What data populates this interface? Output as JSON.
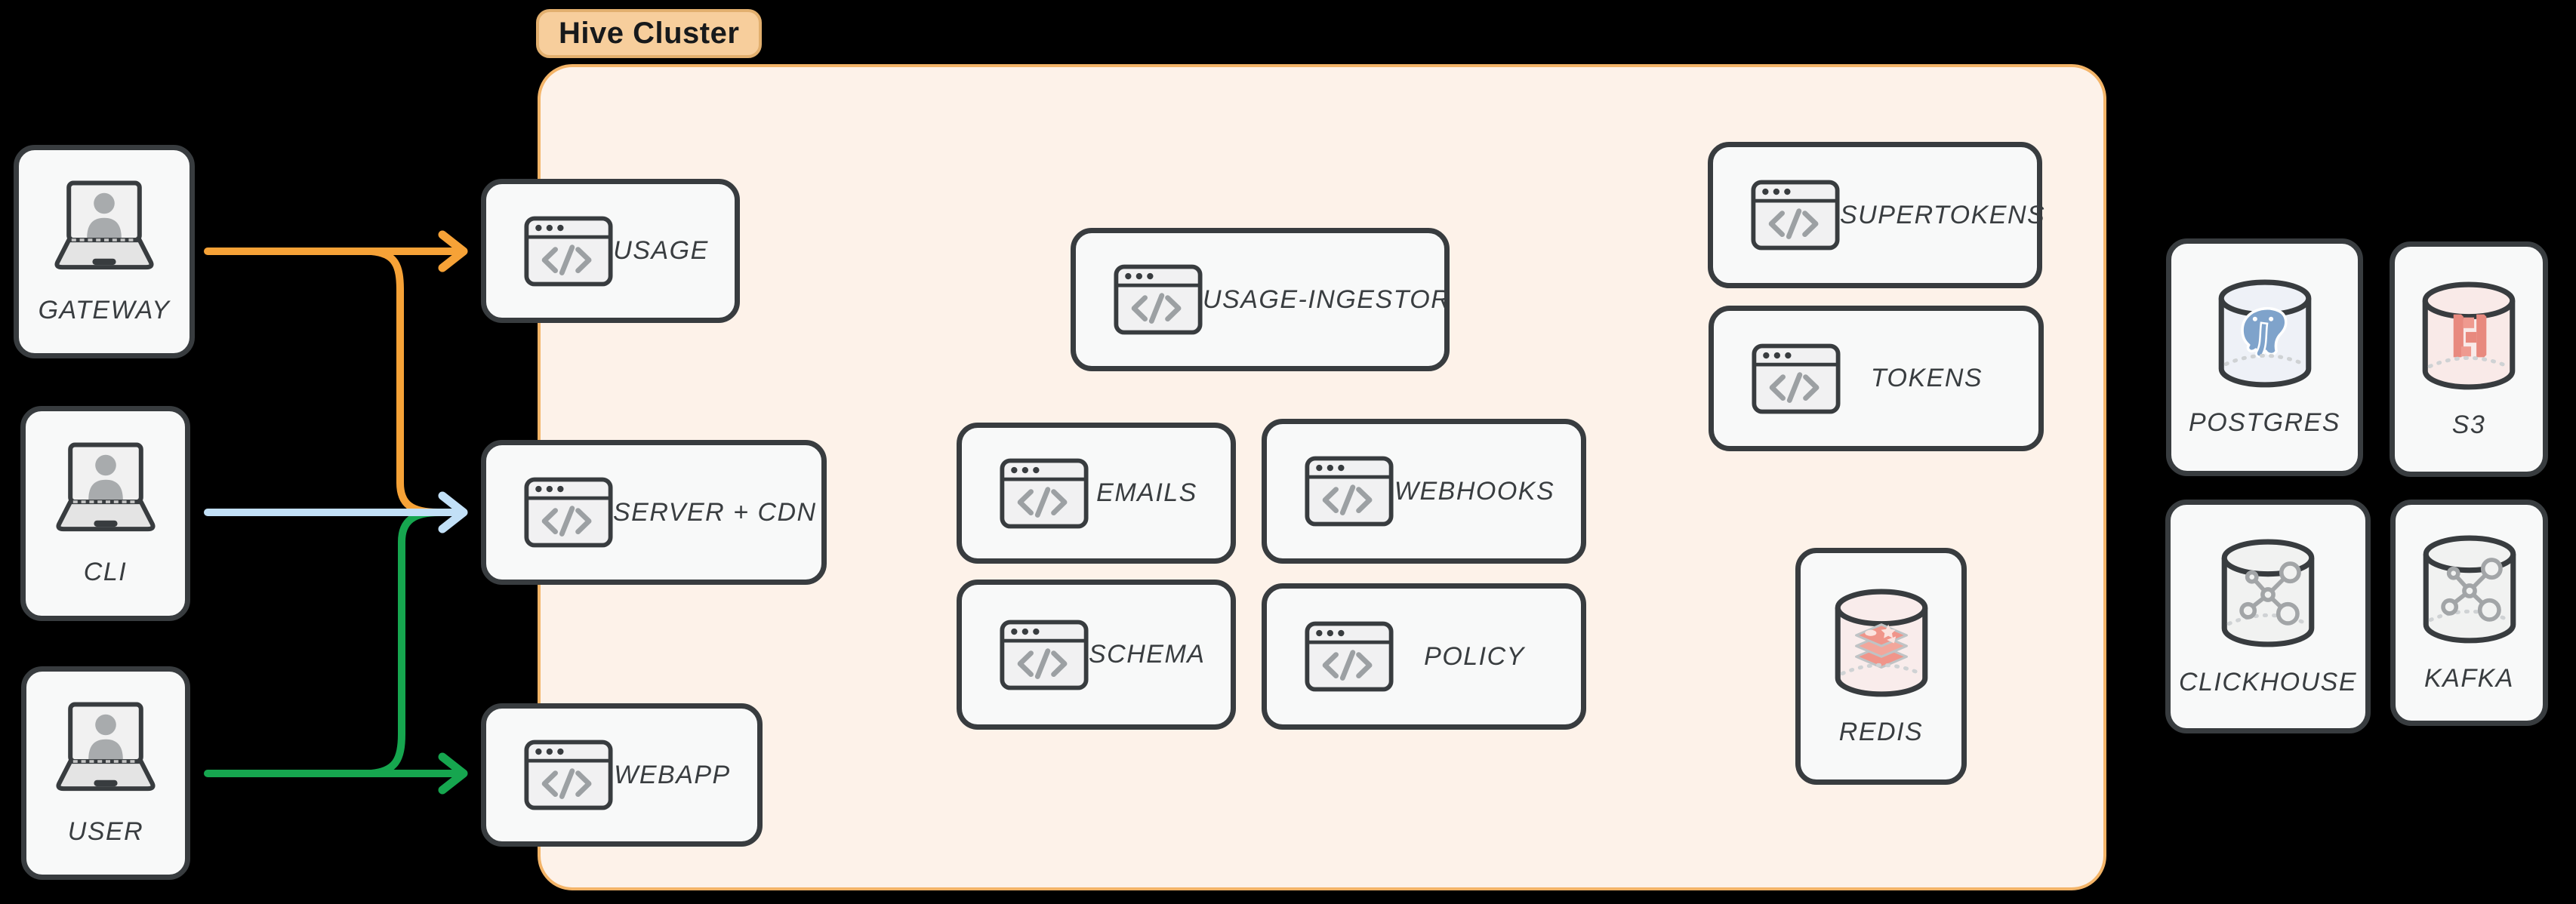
{
  "title_badge": "Hive Cluster",
  "clients": {
    "gateway": "GATEWAY",
    "cli": "CLI",
    "user": "USER"
  },
  "services": {
    "usage": "USAGE",
    "server_cdn": "SERVER + CDN",
    "webapp": "WEBAPP",
    "usage_ingestor": "USAGE-INGESTOR",
    "emails": "EMAILS",
    "webhooks": "WEBHOOKS",
    "schema": "SCHEMA",
    "policy": "POLICY",
    "supertokens": "SUPERTOKENS",
    "tokens": "TOKENS",
    "redis": "REDIS"
  },
  "external": {
    "postgres": "POSTGRES",
    "s3": "S3",
    "clickhouse": "CLICKHOUSE",
    "kafka": "KAFKA"
  },
  "edges": [
    {
      "from": "GATEWAY",
      "to": "USAGE",
      "color": "#F6A237"
    },
    {
      "from": "GATEWAY",
      "to": "SERVER + CDN",
      "color": "#F6A237"
    },
    {
      "from": "CLI",
      "to": "SERVER + CDN",
      "color": "#C2E0F7"
    },
    {
      "from": "USER",
      "to": "SERVER + CDN",
      "color": "#16A64F"
    },
    {
      "from": "USER",
      "to": "WEBAPP",
      "color": "#16A64F"
    }
  ],
  "icons": {
    "clients": "laptop-user-icon",
    "services": "browser-code-icon",
    "redis": "redis-database-icon",
    "postgres": "postgres-database-icon",
    "s3": "s3-database-icon",
    "clickhouse": "network-database-icon",
    "kafka": "network-database-icon"
  },
  "colors": {
    "background": "#000000",
    "cluster_fill": "#FDF2E9",
    "cluster_border": "#F3B468",
    "badge_fill": "#F7CE9C",
    "badge_border": "#E2AF6E",
    "node_fill": "#F8F9F9",
    "node_border": "#383C3F",
    "label_text": "#393D40",
    "arrow_gateway": "#F6A237",
    "arrow_cli": "#C2E0F7",
    "arrow_user": "#16A64F"
  }
}
